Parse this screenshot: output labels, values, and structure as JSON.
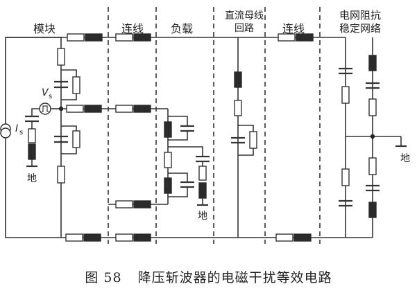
{
  "sections": {
    "module": "模块",
    "link1": "连线",
    "load": "负载",
    "dc_bus_line1": "直流母线",
    "dc_bus_line2": "回路",
    "link2": "连线",
    "grid_line1": "电网阻抗",
    "grid_line2": "稳定网络"
  },
  "labels": {
    "vs_main": "V",
    "vs_sub": "s",
    "is_main": "I",
    "is_sub": "s",
    "ground_source": "地",
    "ground_load": "地",
    "ground_grid": "地"
  },
  "caption": {
    "figure_no": "图 58",
    "title": "降压斩波器的电磁干扰等效电路"
  }
}
